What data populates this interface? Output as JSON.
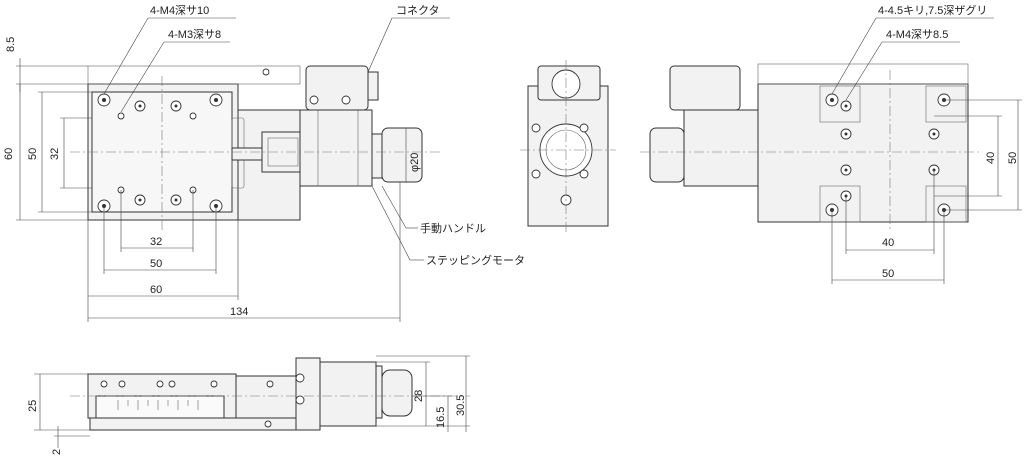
{
  "labels": {
    "m4_depth10": "4-M4深サ10",
    "m3_depth8": "4-M3深サ8",
    "connector": "コネクタ",
    "counterbore": "4-4.5キリ,7.5深ザグリ",
    "m4_depth85": "4-M4深サ8.5",
    "hand_handle": "手動ハンドル",
    "stepping_motor": "ステッピングモータ",
    "phi20": "φ20"
  },
  "dimensions": {
    "top_8_5": "8.5",
    "left_60": "60",
    "left_50": "50",
    "left_32": "32",
    "bottom_32": "32",
    "bottom_50": "50",
    "bottom_60": "60",
    "bottom_134": "134",
    "right_40_v": "40",
    "right_50_v": "50",
    "right_40_h": "40",
    "right_50_h": "50",
    "side_25": "25",
    "side_2": "2",
    "side_28": "28",
    "side_16_5": "16.5",
    "side_30_5": "30.5"
  }
}
